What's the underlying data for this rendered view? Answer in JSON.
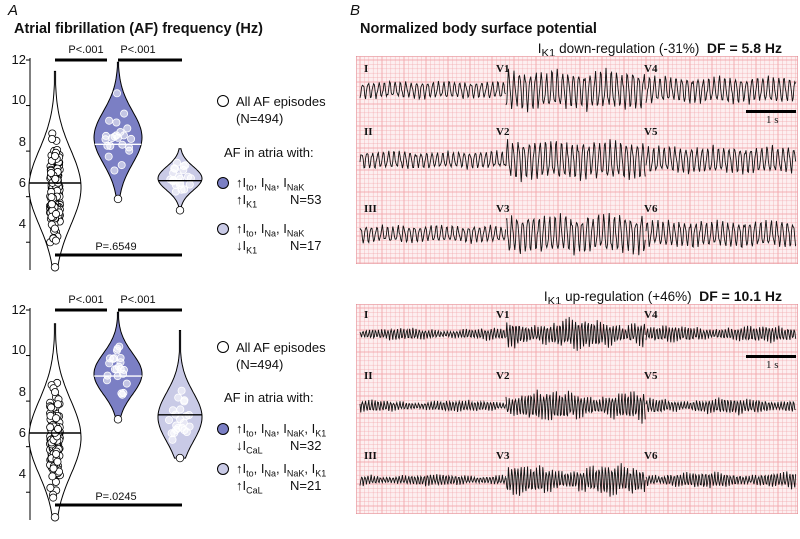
{
  "panel_a": {
    "letter": "A",
    "title": "Atrial fibrillation (AF) frequency (Hz)",
    "colors": {
      "up": "#7b7fc4",
      "down": "#c9cae6",
      "all": "#ffffff"
    },
    "plots": [
      {
        "yticks": [
          "12",
          "10",
          "8",
          "6",
          "4"
        ],
        "ylim": [
          3,
          12
        ],
        "pvals": {
          "left": "P<.001",
          "right": "P<.001",
          "bottom": "P=.6549"
        },
        "violins": [
          {
            "median": 6.6,
            "min": 2.9,
            "max": 11.5,
            "mode": 6.4
          },
          {
            "median": 8.3,
            "min": 5.9,
            "max": 11.9,
            "mode": 8.6
          },
          {
            "median": 6.7,
            "min": 5.4,
            "max": 8.1,
            "mode": 6.8
          }
        ],
        "legend": {
          "all_label": "All AF episodes",
          "all_n": "(N=494)",
          "heading": "AF in atria with:",
          "group1_line1": "↑I<sub>to</sub>, I<sub>Na</sub>, I<sub>NaK</sub>",
          "group1_line2": "↑I<sub>K1</sub>",
          "group1_n": "N=53",
          "group2_line1": "↑I<sub>to</sub>, I<sub>Na</sub>, I<sub>NaK</sub>",
          "group2_line2": "↓I<sub>K1</sub>",
          "group2_n": "N=17"
        }
      },
      {
        "yticks": [
          "12",
          "10",
          "8",
          "6",
          "4"
        ],
        "ylim": [
          3,
          12
        ],
        "pvals": {
          "left": "P<.001",
          "right": "P<.001",
          "bottom": "P=.0245"
        },
        "violins": [
          {
            "median": 6.6,
            "min": 2.9,
            "max": 11.4,
            "mode": 6.4
          },
          {
            "median": 9.1,
            "min": 7.2,
            "max": 11.9,
            "mode": 9.2
          },
          {
            "median": 7.4,
            "min": 5.5,
            "max": 11.1,
            "mode": 7.3
          }
        ],
        "legend": {
          "all_label": "All AF episodes",
          "all_n": "(N=494)",
          "heading": "AF in atria with:",
          "group1_line1": "↑I<sub>to</sub>, I<sub>Na</sub>, I<sub>NaK</sub>, I<sub>K1</sub>",
          "group1_line2": "↓I<sub>CaL</sub>",
          "group1_n": "N=32",
          "group2_line1": "↑I<sub>to</sub>, I<sub>Na</sub>, I<sub>NaK</sub>, I<sub>K1</sub>",
          "group2_line2": "↑I<sub>CaL</sub>",
          "group2_n": "N=21"
        }
      }
    ]
  },
  "panel_b": {
    "letter": "B",
    "title": "Normalized body surface potential",
    "grid_color": "#f2a3a8",
    "grid_bg": "#fdeff0",
    "scale_label": "1 s",
    "ecgs": [
      {
        "condition_html": "I<sub>K1</sub> down-regulation (-31%)",
        "df": "DF = 5.8 Hz",
        "leads": [
          [
            "I",
            "V1",
            "V4"
          ],
          [
            "II",
            "V2",
            "V5"
          ],
          [
            "III",
            "V3",
            "V6"
          ]
        ]
      },
      {
        "condition_html": "I<sub>K1</sub> up-regulation (+46%)",
        "df": "DF = 10.1 Hz",
        "leads": [
          [
            "I",
            "V1",
            "V4"
          ],
          [
            "II",
            "V2",
            "V5"
          ],
          [
            "III",
            "V3",
            "V6"
          ]
        ]
      }
    ]
  }
}
